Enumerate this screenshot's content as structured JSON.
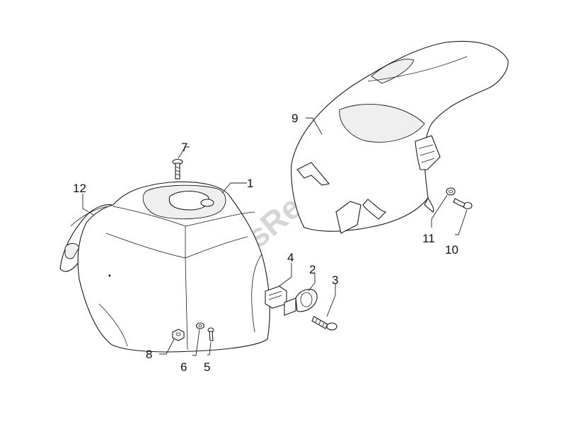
{
  "watermark": {
    "text": "PartsRepublik",
    "icon": "gear-icon"
  },
  "callouts": {
    "c1": "1",
    "c2": "2",
    "c3": "3",
    "c4": "4",
    "c5": "5",
    "c6": "6",
    "c7": "7",
    "c8": "8",
    "c9": "9",
    "c10": "10",
    "c11": "11",
    "c12": "12"
  },
  "colors": {
    "line": "#1a1a1a",
    "background": "#ffffff",
    "watermark": "#d6d6d6"
  }
}
